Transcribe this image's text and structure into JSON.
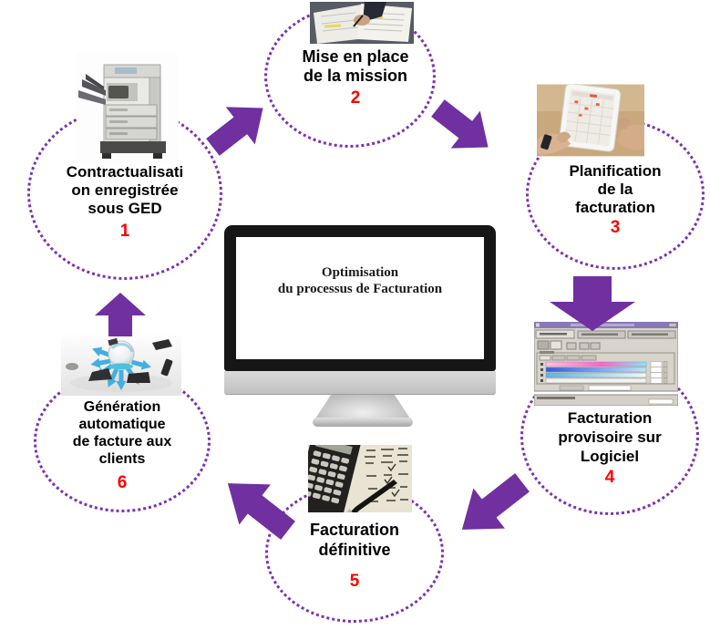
{
  "diagram": {
    "type": "process-cycle",
    "center_screen": {
      "line1": "Optimisation",
      "line2": "du processus de Facturation"
    },
    "steps": [
      {
        "number": "1",
        "label": "Contractualisati\non enregistrée\nsous GED",
        "image": "multifunction-printer-photo"
      },
      {
        "number": "2",
        "label": "Mise en place\nde la mission",
        "image": "signing-documents-photo"
      },
      {
        "number": "3",
        "label": "Planification\nde la\nfacturation",
        "image": "tablet-calendar-photo"
      },
      {
        "number": "4",
        "label": "Facturation\nprovisoire sur\nLogiciel",
        "image": "billing-software-screenshot"
      },
      {
        "number": "5",
        "label": "Facturation\ndéfinitive",
        "image": "calculator-invoice-photo"
      },
      {
        "number": "6",
        "label": "Génération\nautomatique\nde facture aux\nclients",
        "image": "invoice-distribution-photo"
      }
    ],
    "colors": {
      "arrow": "#7030A0",
      "dotted_ring": "#7E2FAE",
      "step_number": "#FF0000",
      "label_text": "#000000",
      "screen_text": "#1A1A1A"
    }
  }
}
